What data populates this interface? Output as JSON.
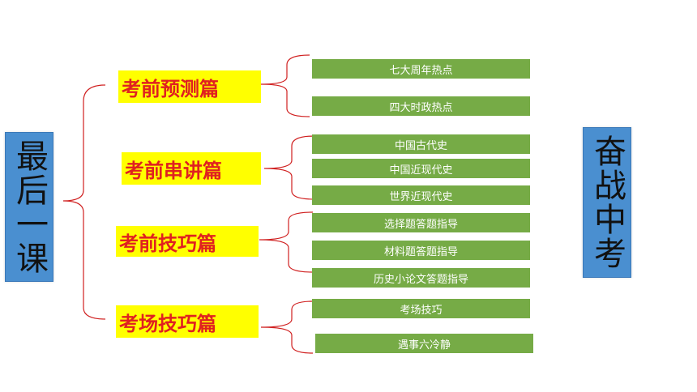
{
  "left_title": "最后一课",
  "right_title": "奋战中考",
  "sections": [
    {
      "label": "考前预测篇",
      "items": [
        "七大周年热点",
        "四大时政热点"
      ]
    },
    {
      "label": "考前串讲篇",
      "items": [
        "中国古代史",
        "中国近现代史",
        "世界近现代史"
      ]
    },
    {
      "label": "考前技巧篇",
      "items": [
        "选择题答题指导",
        "材料题答题指导",
        "历史小论文答题指导"
      ]
    },
    {
      "label": "考场技巧篇",
      "items": [
        "考场技巧",
        "遇事六冷静"
      ]
    }
  ],
  "colors": {
    "title_box": "#4a8fd0",
    "section_bg": "#ffff00",
    "section_text": "#e02020",
    "item_bg": "#76ab46",
    "bracket_line": "#d02020"
  }
}
